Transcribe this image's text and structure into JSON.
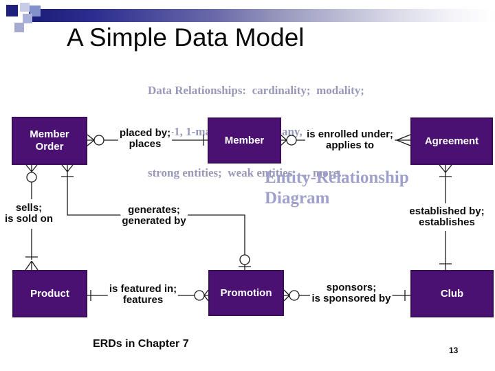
{
  "slide": {
    "title": "A Simple Data Model",
    "subtitle_line1": "Data Relationships:  cardinality;  modality;",
    "subtitle_line2": "1-1, 1-many, many to many, etc...",
    "subtitle_line3": "strong entities;  weak entities,  ... more...",
    "caption": "Entity-Relationship Diagram",
    "footer": "ERDs in Chapter 7",
    "page_number": "13"
  },
  "entities": [
    {
      "label": "Member Order"
    },
    {
      "label": "Member"
    },
    {
      "label": "Agreement"
    },
    {
      "label": "Product"
    },
    {
      "label": "Promotion"
    },
    {
      "label": "Club"
    }
  ],
  "relationships": [
    {
      "line1": "placed by;",
      "line2": "places"
    },
    {
      "line1": "is enrolled under;",
      "line2": "applies to"
    },
    {
      "line1": "sells;",
      "line2": "is sold on"
    },
    {
      "line1": "generates;",
      "line2": "generated by"
    },
    {
      "line1": "established by;",
      "line2": "establishes"
    },
    {
      "line1": "is featured in;",
      "line2": "features"
    },
    {
      "line1": "sponsors;",
      "line2": "is sponsored by"
    }
  ],
  "colors": {
    "entity_fill": "#4a1172",
    "entity_border": "#3a0d5a",
    "entity_text": "#ffffff",
    "title_text": "#0a0a0a",
    "subtitle_text": "#9898b8",
    "caption_text": "#a0a0cc",
    "connector": "#1a1a1a",
    "bar_gradient_start": "#1b1b78",
    "bar_gradient_end": "#ffffff",
    "deco_navy": "#1f1f7c",
    "deco_light": "#c7cde7",
    "deco_slate": "#8290cb",
    "deco_lavender": "#a9b0dc"
  }
}
